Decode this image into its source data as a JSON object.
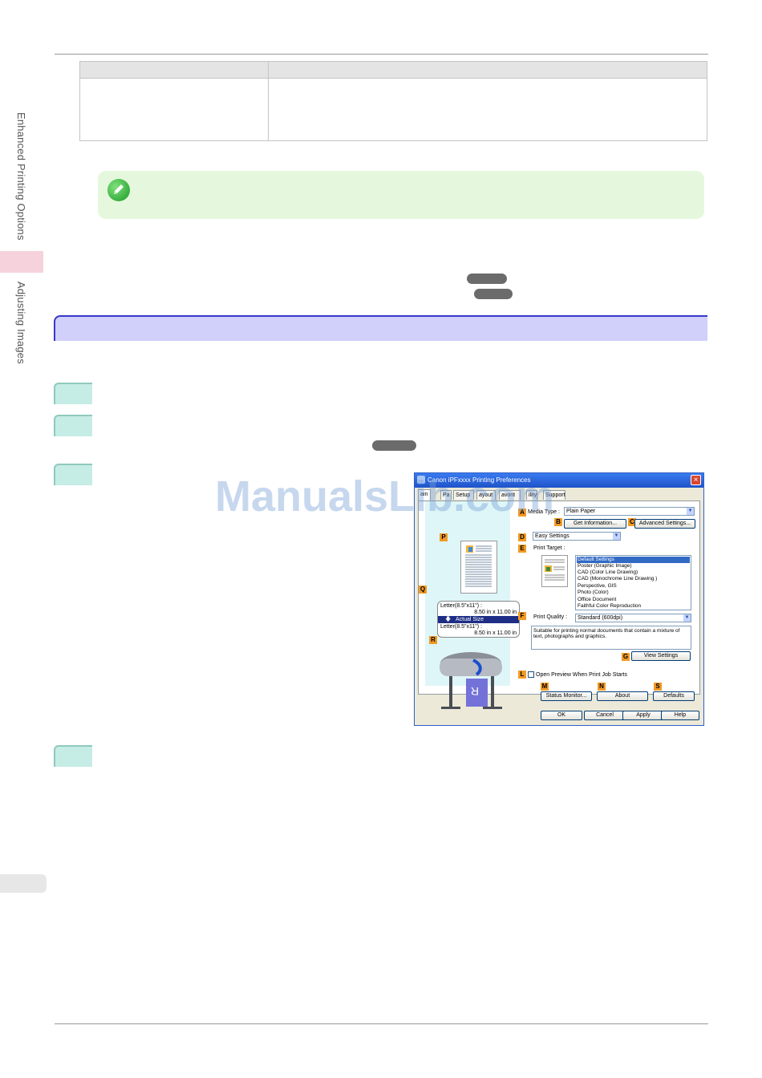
{
  "side_tab": {
    "chapter": "Enhanced Printing Options",
    "section": "Adjusting Images"
  },
  "watermark": "ManualsLib.com",
  "dialog": {
    "title": "Canon iPFxxxx Printing Preferences",
    "tabs": [
      "ain",
      "Pa",
      "Setup",
      "ayout",
      "avorit",
      "ility",
      "Support"
    ],
    "labels": {
      "A": "A",
      "B": "B",
      "C": "C",
      "D": "D",
      "E": "E",
      "F": "F",
      "G": "G",
      "L": "L",
      "M": "M",
      "N": "N",
      "S": "S",
      "P": "P",
      "Q": "Q",
      "R": "R"
    },
    "media_type_label": "Media Type :",
    "media_type_value": "Plain Paper",
    "get_information": "Get Information...",
    "advanced_settings": "Advanced Settings...",
    "mode_value": "Easy Settings",
    "print_target_label": "Print Target :",
    "print_targets": [
      "Default Settings",
      "Poster (Graphic Image)",
      "CAD (Color Line Drawing)",
      "CAD (Monochrome Line Drawing )",
      "Perspective, GIS",
      "Photo (Color)",
      "Office Document",
      "Faithful Color Reproduction"
    ],
    "print_quality_label": "Print Quality :",
    "print_quality_value": "Standard (600dpi)",
    "description": "Suitable for printing normal documents that contain a mixture of text, photographs and graphics.",
    "view_settings": "View Settings",
    "open_preview": "Open Preview When Print Job Starts",
    "status_monitor": "Status Monitor...",
    "about": "About",
    "defaults": "Defaults",
    "ok": "OK",
    "cancel": "Cancel",
    "apply": "Apply",
    "help": "Help",
    "size_in_label": "Letter(8.5\"x11\") :",
    "size_in_value": "8.50 in x 11.00 in",
    "size_mode": "Actual Size",
    "size_out_label": "Letter(8.5\"x11\") :",
    "size_out_value": "8.50 in x 11.00 in",
    "printer_page_letter": "R"
  },
  "colors": {
    "section_fill": "#d0d0fa",
    "section_border": "#3838c8",
    "step_fill": "#c6ece6",
    "note_fill": "#e5f8dd",
    "side_marker": "#f6d2dc",
    "label_orange": "#f29a25"
  }
}
